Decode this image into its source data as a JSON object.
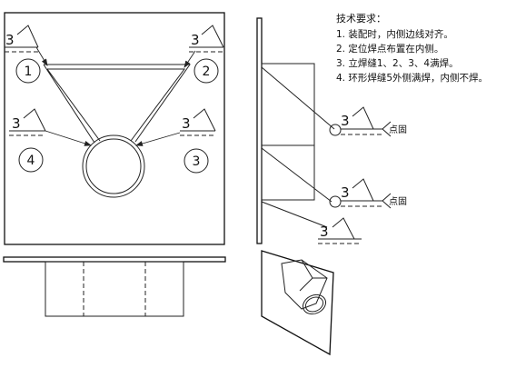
{
  "weld_symbols": {
    "w1": "3",
    "w2": "3",
    "w3": "3",
    "w4": "3",
    "side_top": "3",
    "side_mid": "3",
    "side_bottom": "3"
  },
  "callouts": {
    "c1": "1",
    "c2": "2",
    "c3": "3",
    "c4": "4"
  },
  "tack_label_top": "点固",
  "tack_label_mid": "点固",
  "requirements": {
    "title": "技术要求：",
    "items": [
      "1.  装配时，内侧边线对齐。",
      "2.  定位焊点布置在内侧。",
      "3.  立焊缝1、2、3、4满焊。",
      "4.  环形焊缝5外侧满焊，内侧不焊。"
    ]
  }
}
